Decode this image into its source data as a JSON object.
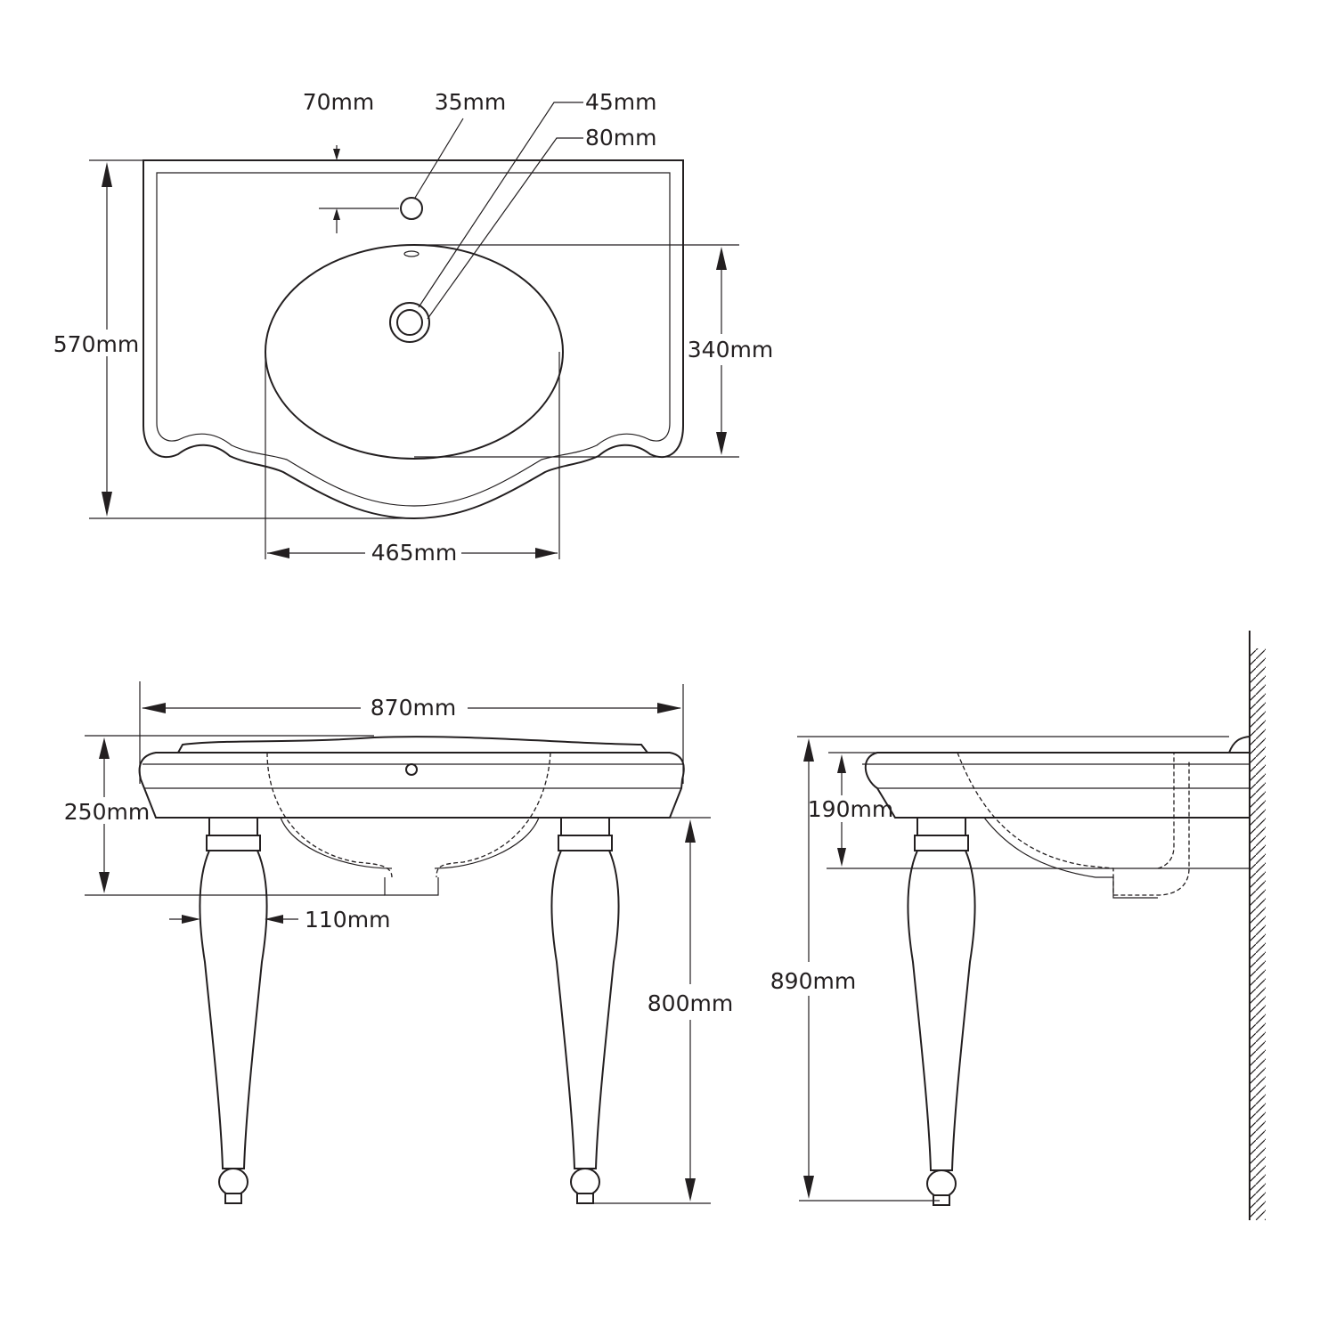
{
  "title": "Basin with legs dimension drawing",
  "colors": {
    "line": "#231f20",
    "background": "#ffffff"
  },
  "top_view": {
    "overall_depth": "570mm",
    "bowl_depth": "340mm",
    "bowl_width": "465mm",
    "tap_hole_offset": "70mm",
    "tap_hole_diameter": "35mm",
    "waste_inner_diameter": "45mm",
    "waste_outer_diameter": "80mm"
  },
  "front_view": {
    "overall_width": "870mm",
    "basin_height": "250mm",
    "leg_width": "110mm",
    "leg_height": "800mm"
  },
  "side_view": {
    "overall_height": "890mm",
    "bowl_height": "190mm"
  }
}
